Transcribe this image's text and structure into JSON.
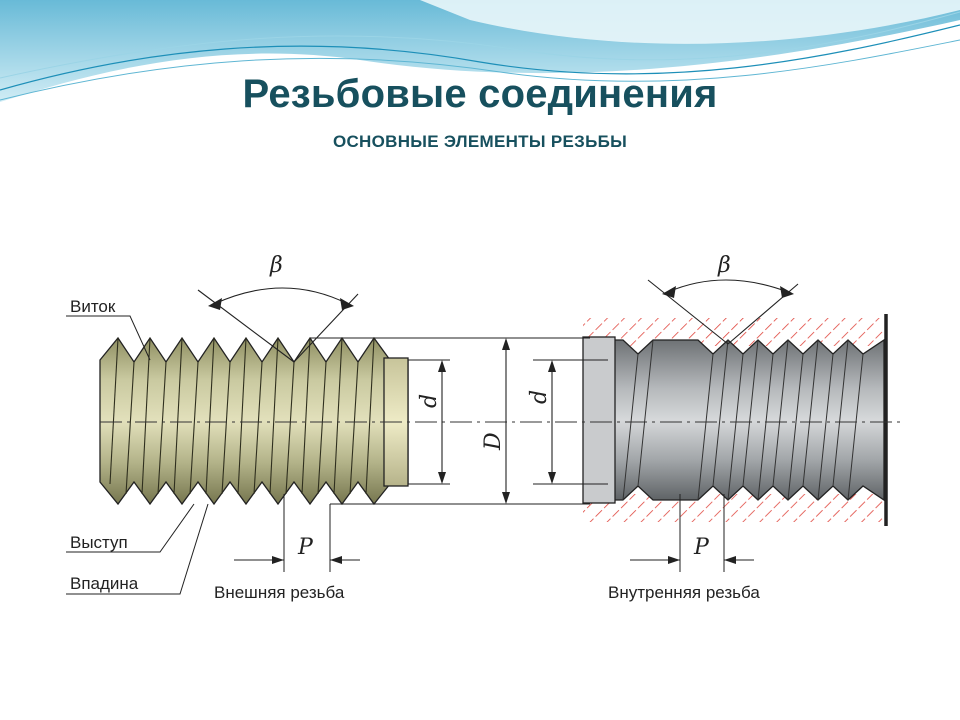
{
  "slide": {
    "title": "Резьбовые соединения",
    "subtitle": "ОСНОВНЫЕ ЭЛЕМЕНТЫ РЕЗЬБЫ"
  },
  "figure": {
    "labels": {
      "thread_turn": "Виток",
      "crest": "Выступ",
      "root": "Впадина",
      "external_thread": "Внешняя резьба",
      "internal_thread": "Внутренняя резьба"
    },
    "symbols": {
      "angle_left": "β",
      "angle_right": "β",
      "minor_d_left": "d",
      "major_D": "D",
      "minor_d_right": "d",
      "pitch_left": "P",
      "pitch_right": "P"
    },
    "colors": {
      "bolt_fill": "#b3b389",
      "bolt_end": "#d9d5a4",
      "nut_fill": "#9ea3a7",
      "hatch": "#e0473f",
      "outline": "#222222",
      "title": "#17505e",
      "wave": "#6fc1d9"
    }
  }
}
